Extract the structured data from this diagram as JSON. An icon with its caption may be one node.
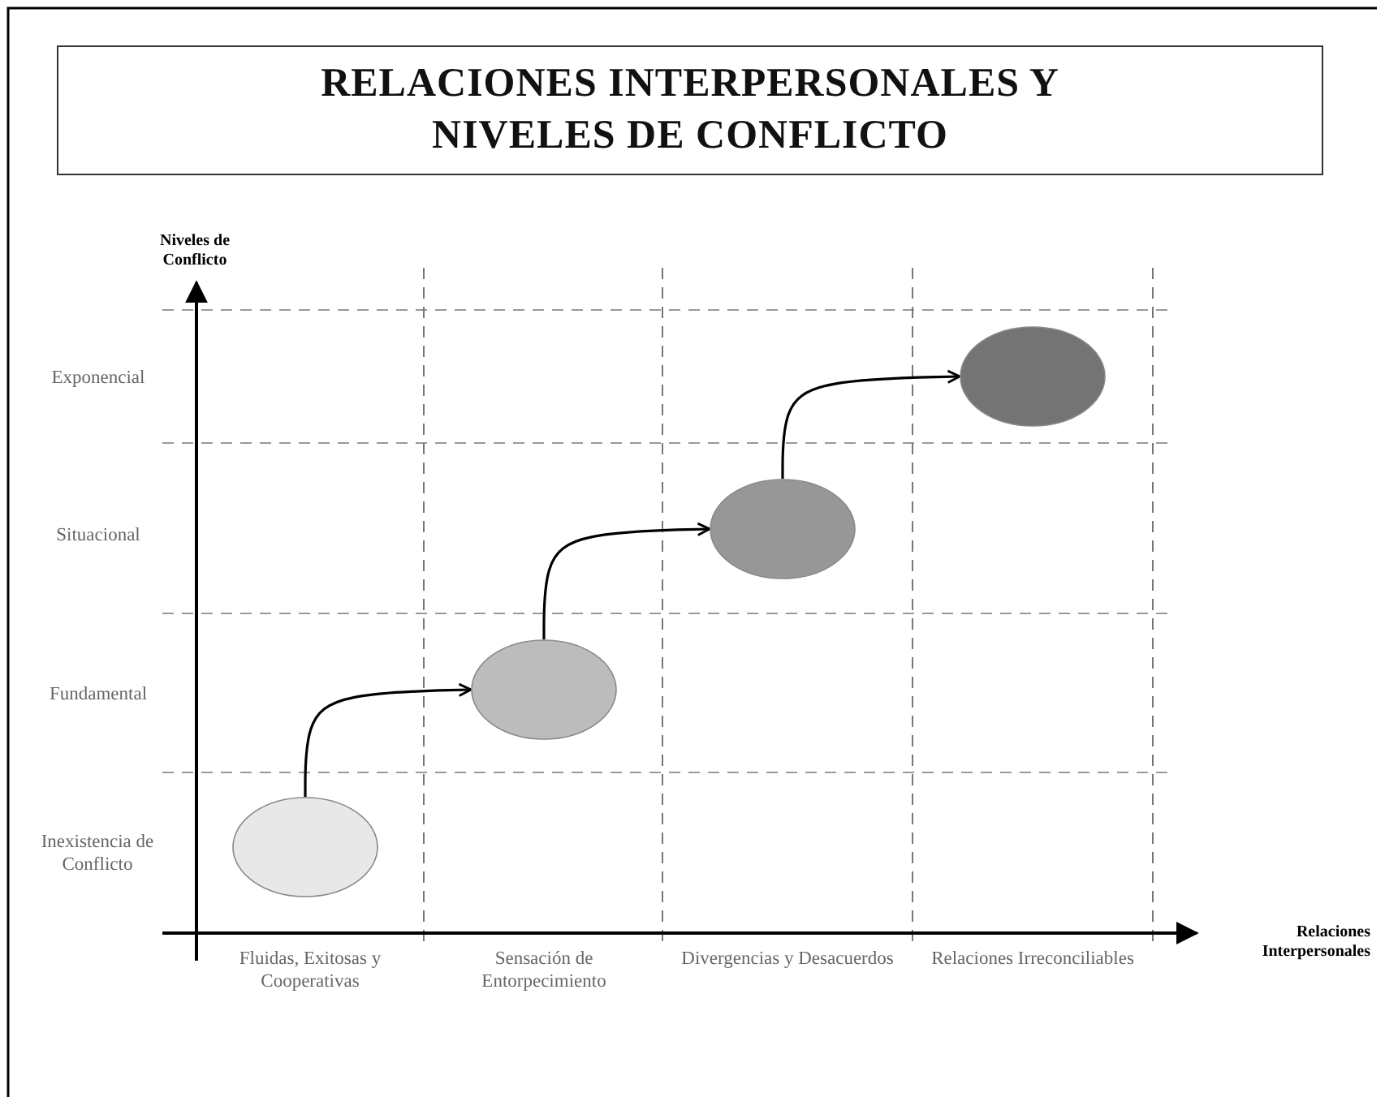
{
  "diagram": {
    "title": "RELACIONES INTERPERSONALES Y NIVELES DE CONFLICTO",
    "nodes": [
      {
        "text": [],
        "shape": "ellipse"
      },
      {
        "text": [],
        "shape": "ellipse"
      },
      {
        "text": [],
        "shape": "ellipse"
      },
      {
        "text": [],
        "shape": "ellipse"
      }
    ],
    "edges": [
      {
        "from": 0,
        "to": 1,
        "arrow": "to"
      },
      {
        "from": 1,
        "to": 2,
        "arrow": "to"
      },
      {
        "from": 2,
        "to": 3,
        "arrow": "to"
      }
    ],
    "labels": [
      "Niveles de Conflicto",
      "Exponencial",
      "Situacional",
      "Fundamental",
      "Inexistencia de Conflicto",
      "Relaciones Interpersonales",
      "Fluidas, Exitosas y Cooperativas",
      "Sensación de Entorpecimiento",
      "Divergencias y Desacuerdos",
      "Relaciones Irreconciliables"
    ]
  }
}
